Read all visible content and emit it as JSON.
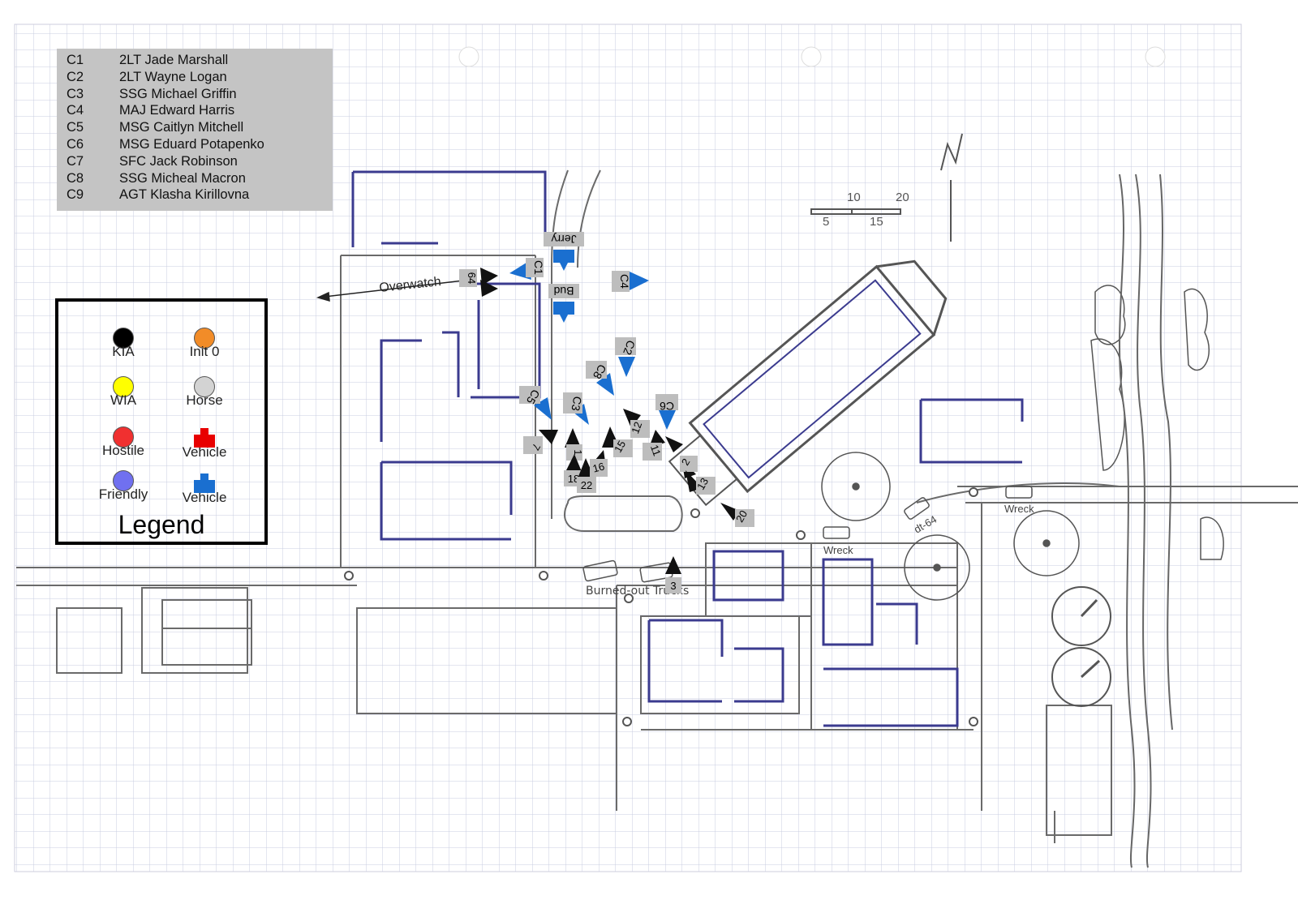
{
  "roster": [
    {
      "code": "C1",
      "name": "2LT Jade Marshall"
    },
    {
      "code": "C2",
      "name": "2LT Wayne Logan"
    },
    {
      "code": "C3",
      "name": "SSG Michael Griffin"
    },
    {
      "code": "C4",
      "name": "MAJ Edward Harris"
    },
    {
      "code": "C5",
      "name": "MSG Caitlyn Mitchell"
    },
    {
      "code": "C6",
      "name": "MSG Eduard Potapenko"
    },
    {
      "code": "C7",
      "name": "SFC Jack Robinson"
    },
    {
      "code": "C8",
      "name": "SSG Micheal Macron"
    },
    {
      "code": "C9",
      "name": "AGT Klasha Kirillovna"
    }
  ],
  "legend": {
    "title": "Legend",
    "items": [
      {
        "label": "KIA",
        "color": "#000000",
        "icon": "circle-icon"
      },
      {
        "label": "Init 0",
        "color": "#f28c28",
        "icon": "circle-icon"
      },
      {
        "label": "WIA",
        "color": "#ffff00",
        "icon": "circle-icon"
      },
      {
        "label": "Horse",
        "color": "#d3d3d3",
        "icon": "circle-icon"
      },
      {
        "label": "Hostile",
        "color": "#f03030",
        "icon": "circle-icon"
      },
      {
        "label": "Vehicle",
        "color": "#e80000",
        "icon": "vehicle-icon"
      },
      {
        "label": "Friendly",
        "color": "#7070f0",
        "icon": "circle-icon"
      },
      {
        "label": "Vehicle",
        "color": "#1a6fd0",
        "icon": "vehicle-icon"
      }
    ]
  },
  "map_labels": {
    "overwatch": "Overwatch",
    "jerry": "Jerry",
    "bud": "Bud",
    "burned_out_trucks": "Burned-out Trucks",
    "wreck_1": "Wreck",
    "wreck_2": "Wreck",
    "dt64": "dt-64",
    "scale_10": "10",
    "scale_20": "20",
    "scale_5": "5",
    "scale_15": "15"
  },
  "friendly_tokens": [
    "C1",
    "C2",
    "C3",
    "C4",
    "C5",
    "C6",
    "C8"
  ],
  "hostile_tokens": [
    "64",
    "7",
    "1",
    "2",
    "3",
    "11",
    "12",
    "13",
    "15",
    "16",
    "18",
    "20",
    "22"
  ],
  "colors": {
    "friendly": "#1a6fd0",
    "hostile": "#111111",
    "token_label_bg": "#bdbdbd",
    "pencil": "#6a6a6a",
    "ink": "#3b3b8f",
    "grid": "#c9cde0"
  }
}
